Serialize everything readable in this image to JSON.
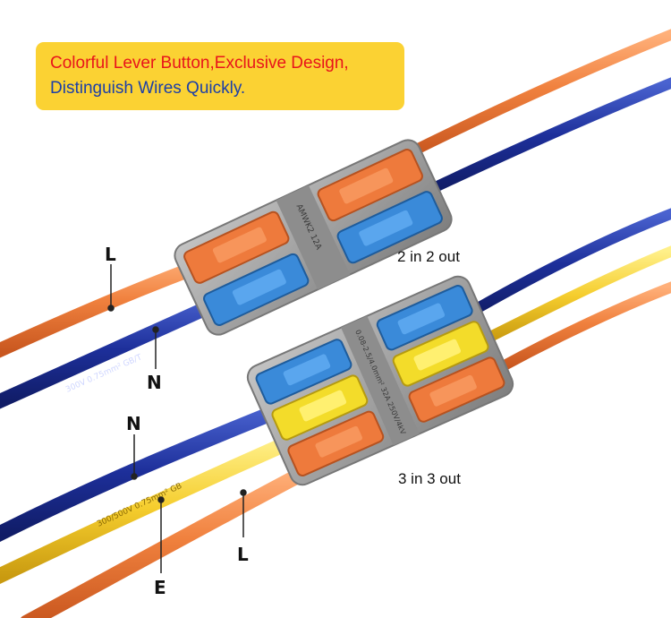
{
  "banner": {
    "line1": "Colorful Lever Button,Exclusive Design,",
    "line2": "Distinguish Wires Quickly.",
    "bg_color": "#fbd233",
    "line1_color": "#e8141b",
    "line2_color": "#1c3fa8"
  },
  "connector_top": {
    "caption": "2 in 2 out",
    "print": "AMWK2 12A"
  },
  "connector_bottom": {
    "caption": "3 in 3 out",
    "print": "0.08-2.5/4.0mm² 32A 250V/4kV"
  },
  "wire_labels": {
    "top_l": "L",
    "top_n": "N",
    "bottom_n": "N",
    "bottom_e": "E",
    "bottom_l": "L"
  },
  "wire_prints": {
    "blue_top": "300V 0.75mm² GB/T",
    "yellow": "300/500V 0.75mm² GB"
  },
  "colors": {
    "wire_orange": "#f0813e",
    "wire_blue": "#1d2f9a",
    "wire_yellow": "#f5cd2d",
    "housing_gray": "#9a9a9a",
    "lever_orange": "#ee7a3c",
    "lever_blue": "#3a8ad9",
    "lever_yellow": "#f3dc2a"
  }
}
